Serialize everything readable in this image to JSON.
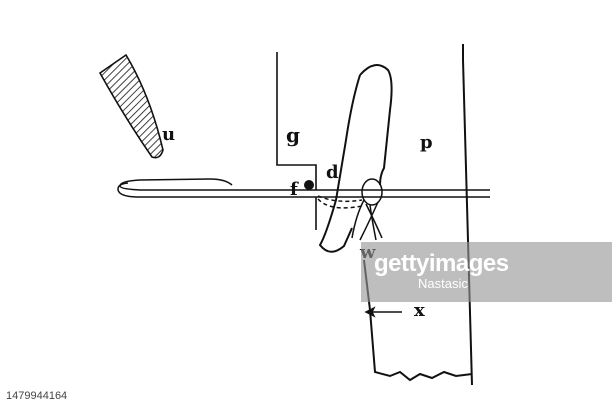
{
  "labels": {
    "u": "u",
    "g": "g",
    "f": "f",
    "d": "d",
    "p": "p",
    "w": "w",
    "x": "x"
  },
  "watermark": {
    "brand": "gettyimages",
    "credit": "Nastasic"
  },
  "footer": {
    "image_id": "1479944164"
  },
  "colors": {
    "ink": "#111111",
    "watermark_fill": "#969696"
  }
}
